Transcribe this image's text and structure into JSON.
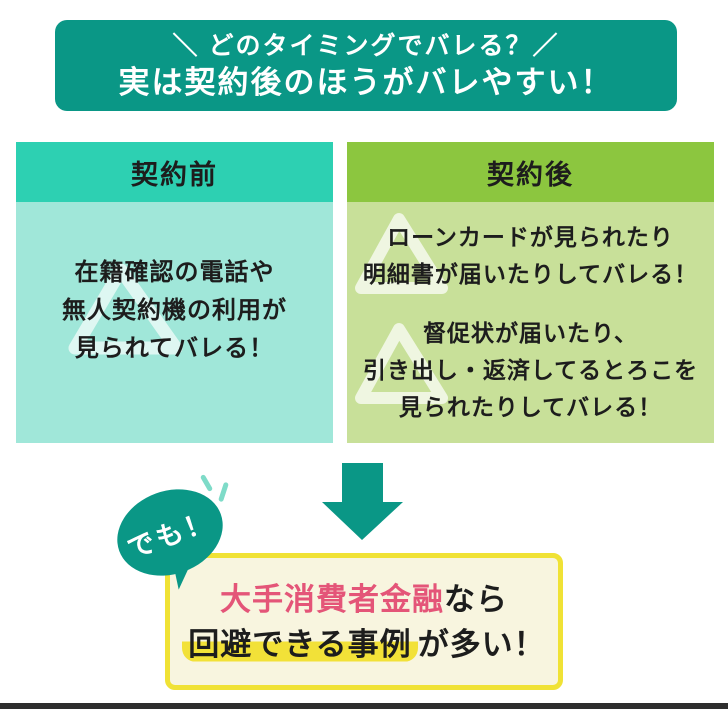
{
  "banner": {
    "line1": "＼ どのタイミングでバレる？／",
    "line2": "実は契約後のほうがバレやすい！"
  },
  "panels": {
    "before": {
      "title": "契約前",
      "lines": [
        "在籍確認の電話や",
        "無人契約機の利用が",
        "見られてバレる！"
      ]
    },
    "after": {
      "title": "契約後",
      "block1": [
        "ローンカードが見られたり",
        "明細書が届いたりしてバレる！"
      ],
      "block2": [
        "督促状が届いたり、",
        "引き出し・返済してるとろこを",
        "見られたりしてバレる！"
      ]
    }
  },
  "bubble": {
    "label": "でも！"
  },
  "conclusion": {
    "emphasis": "大手消費者金融",
    "line1_rest": "なら",
    "line2_marked": "回避できる事例",
    "line2_rest": "が多い！"
  },
  "colors": {
    "teal_dark": "#0a9786",
    "panel_before_header": "#2dd0b2",
    "panel_before_body": "#a0e7d9",
    "panel_after_header": "#8cc63f",
    "panel_after_body": "#c8e099",
    "conclusion_border": "#f0e235",
    "conclusion_fill": "#f8f5df",
    "marker_yellow": "#f2e138",
    "emphasis_pink": "#e45578"
  }
}
